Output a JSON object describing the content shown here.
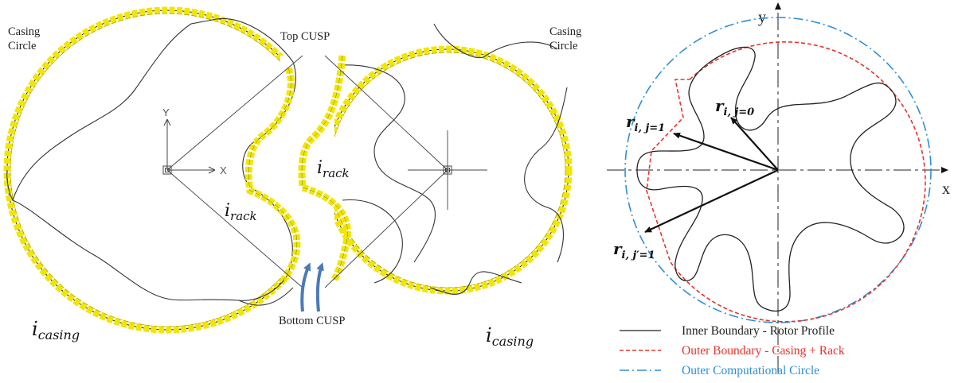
{
  "left_diagram": {
    "casing_circle_left_label": [
      "Casing",
      "Circle"
    ],
    "casing_circle_right_label": [
      "Casing",
      "Circle"
    ],
    "top_cusp_label": "Top CUSP",
    "bottom_cusp_label": "Bottom CUSP",
    "rack_label_left": {
      "base": "i",
      "sub": "rack"
    },
    "rack_label_right": {
      "base": "i",
      "sub": "rack"
    },
    "casing_label_left": {
      "base": "i",
      "sub": "casing"
    },
    "casing_label_right": {
      "base": "i",
      "sub": "casing"
    },
    "axis_x": "X",
    "axis_y": "Y",
    "boundary_color": "#f2e600",
    "arrow_color": "#4a7ab8"
  },
  "right_diagram": {
    "axis_x": "x",
    "axis_y": "y",
    "vectors": [
      {
        "base": "r",
        "sub": "i, j=0"
      },
      {
        "base": "r",
        "sub": "i, j=1"
      },
      {
        "base": "r",
        "sub": "i, j′=1"
      }
    ],
    "legend": [
      {
        "label": "Inner Boundary - Rotor Profile",
        "color": "#222222",
        "style": "solid"
      },
      {
        "label": "Outer Boundary - Casing + Rack",
        "color": "#e8332a",
        "style": "dashed"
      },
      {
        "label": "Outer Computational Circle",
        "color": "#2e8fd6",
        "style": "dash-dot"
      }
    ]
  }
}
